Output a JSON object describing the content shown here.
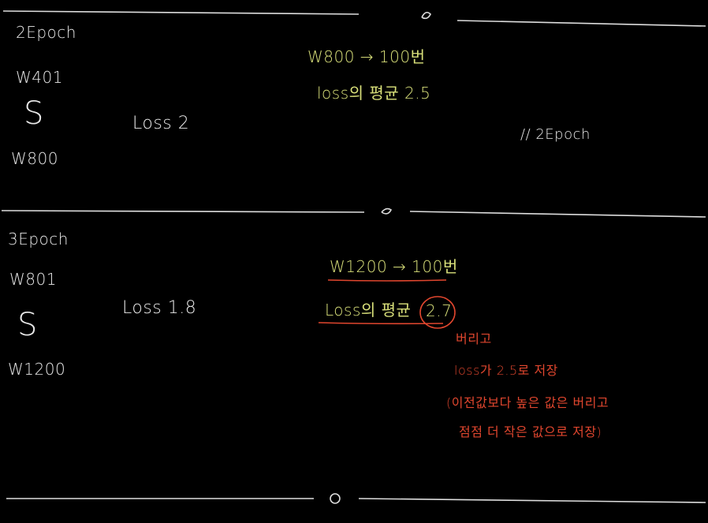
{
  "section1": {
    "title": "2Epoch",
    "w_start": "W401",
    "range_symbol": "S",
    "w_end": "W800",
    "loss": "Loss 2",
    "line1": "W800 → 100번",
    "line2": "loss의 평균 2.5",
    "side_note": "// 2Epoch"
  },
  "section2": {
    "title": "3Epoch",
    "w_start": "W801",
    "range_symbol": "S",
    "w_end": "W1200",
    "loss": "Loss 1.8",
    "line1": "W1200 → 100번",
    "line2_prefix": "Loss의 평균",
    "line2_value": "2.7",
    "note1": "버리고",
    "note2": "loss가 2.5로 저장",
    "note3": "(이전값보다 높은 값은 버리고",
    "note4": "점점 더 작은 값으로 저장)"
  },
  "colors": {
    "background": "#000000",
    "white_ink": "#e8e8e8",
    "yellow_ink": "#d9e07a",
    "red_ink": "#e0462e"
  }
}
